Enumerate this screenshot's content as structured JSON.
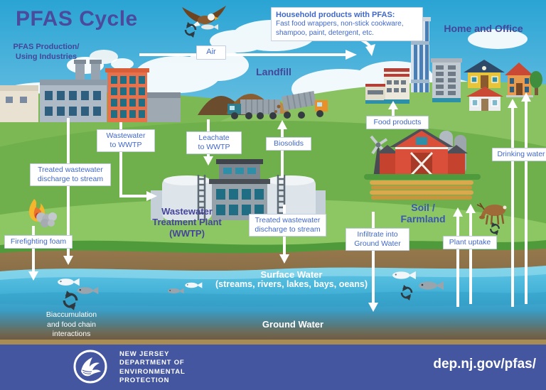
{
  "title": "PFAS Cycle",
  "header": {
    "industries": "PFAS Production/\nUsing Industries",
    "household_title": "Household products with PFAS:",
    "household_body": "Fast food wrappers, non-stick cookware,\nshampoo, paint, detergent, etc.",
    "home_office": "Home and Office"
  },
  "flow_labels": {
    "air": "Air",
    "wastewater_to_wwtp": "Wastewater\nto WWTP",
    "leachate_to_wwtp": "Leachate\nto WWTP",
    "biosolids": "Biosolids",
    "food_products": "Food products",
    "treated_left": "Treated wastewater\ndischarge to stream",
    "treated_center": "Treated wastewater\ndischarge to stream",
    "firefighting_foam": "Firefighting foam",
    "infiltrate": "Infiltrate into\nGround Water",
    "plant_uptake": "Plant uptake",
    "drinking_water": "Drinking water"
  },
  "area_labels": {
    "landfill": "Landfill",
    "wwtp": "Wastewater\nTreatment Plant\n(WWTP)",
    "soil_farmland": "Soil / Farmland",
    "surface_water": "Surface Water",
    "surface_water_sub": "(streams, rivers, lakes, bays, oeans)",
    "ground_water": "Ground Water",
    "bioaccumulation": "Biaccumulation\nand food chain\ninteractions"
  },
  "footer": {
    "agency": "NEW JERSEY\nDEPARTMENT OF\nENVIRONMENTAL\nPROTECTION",
    "url": "dep.nj.gov/pfas/"
  },
  "icons": [
    "eagle-with-fish-icon",
    "recycle-arrows-icon",
    "factory-icon",
    "office-building-icon",
    "landfill-mounds-icon",
    "dump-truck-icon",
    "treatment-tank-icon",
    "barn-icon",
    "windmill-icon",
    "silo-icon",
    "store-icon",
    "skyscraper-icon",
    "house-icon",
    "tree-icon",
    "fire-foam-icon",
    "fish-icon",
    "deer-icon",
    "njdep-wave-logo-icon"
  ],
  "colors": {
    "accent_title": "#4B4B9E",
    "label_blue": "#4168C8",
    "header_indigo": "#45459A",
    "soil_label": "#3B55B5",
    "sky": "#2AA4D4",
    "grass": "#6FB04C",
    "water": "#45B5DA",
    "soil": "#8A7354",
    "footer_bg": "#44569F",
    "footer_strip": "#A78C55",
    "arrow": "#FFFFFF"
  }
}
